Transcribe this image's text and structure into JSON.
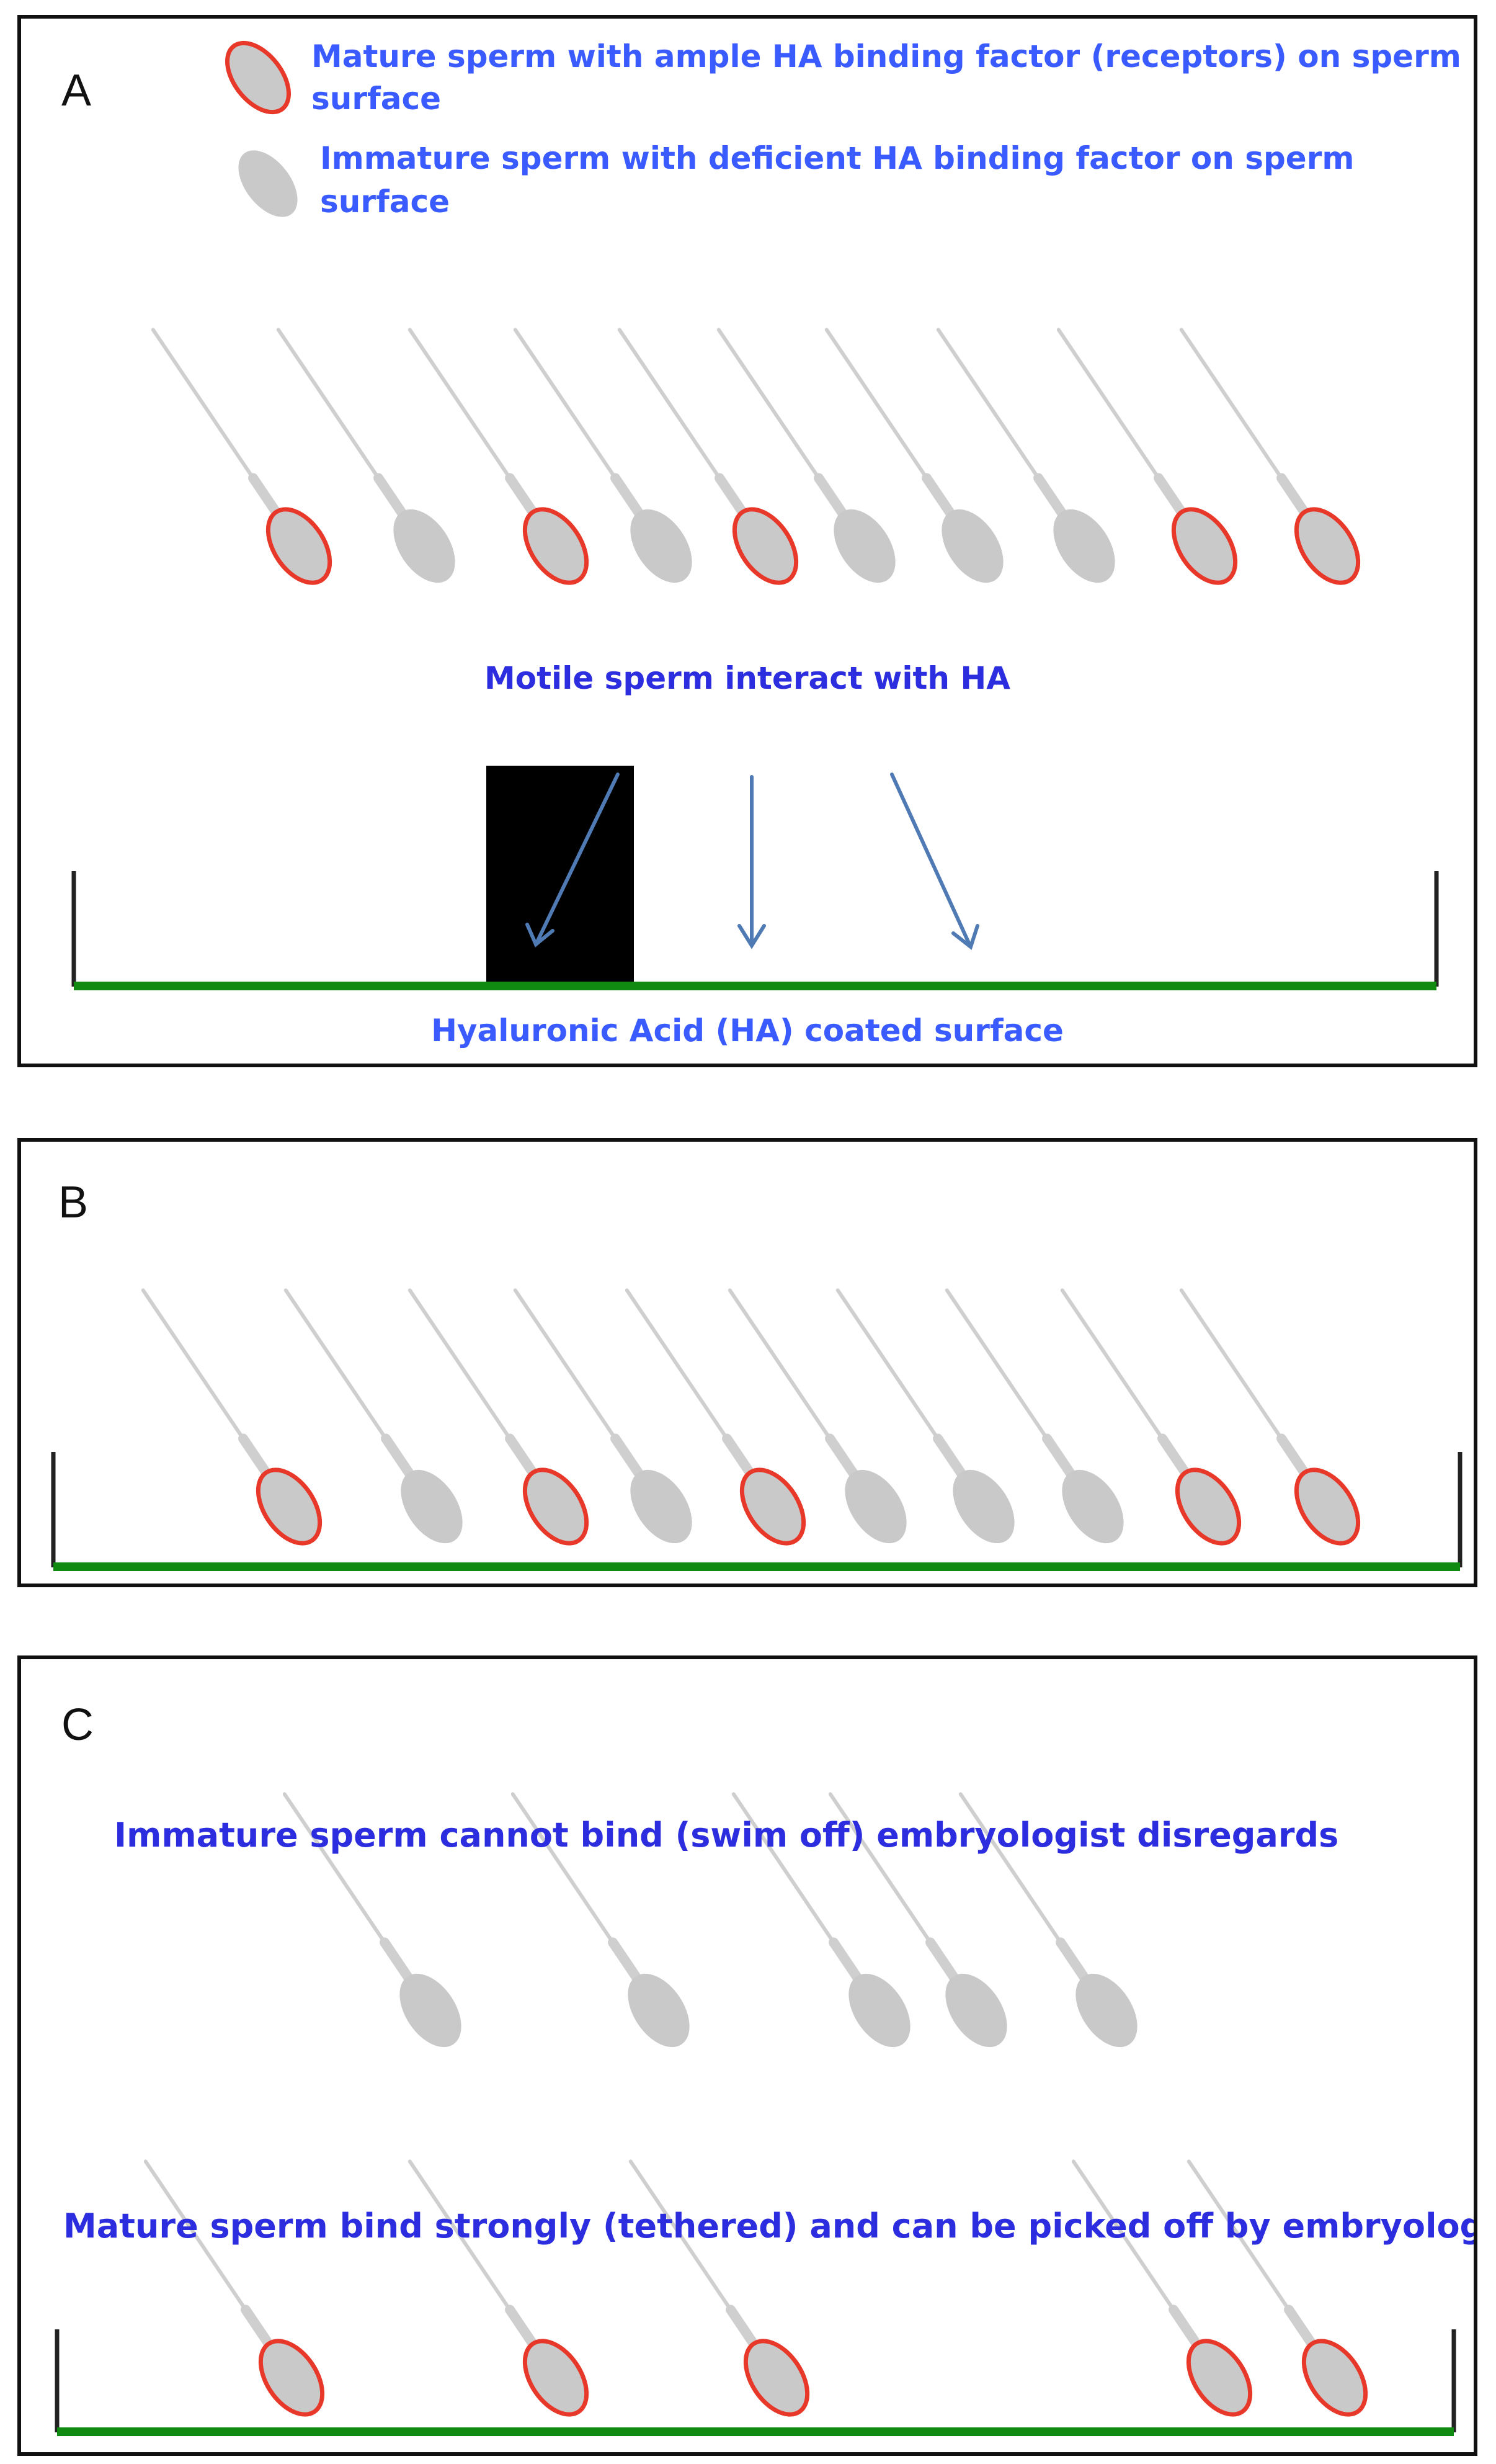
{
  "colors": {
    "text_blue": "#2d2de0",
    "text_blue_light": "#3a5bff",
    "mature_outline": "#e8382a",
    "sperm_fill": "#c9c9c9",
    "tail": "#cfcfcf",
    "surface_green": "#118a11",
    "arrow": "#4f7ab3",
    "wall": "#222222"
  },
  "panel_a": {
    "label": "A",
    "legend_mature": "Mature sperm with ample HA  binding factor (receptors) on sperm surface",
    "legend_mature_line1": "Mature sperm with ample HA  binding factor (receptors) on sperm",
    "legend_mature_line2": "surface",
    "legend_immature": "Immature sperm with deficient HA  binding factor on sperm surface",
    "legend_immature_line1": "Immature sperm with deficient HA  binding factor on sperm",
    "legend_immature_line2": "surface",
    "interaction_caption": "Motile sperm interact with HA",
    "surface_caption": "Hyaluronic Acid (HA) coated surface",
    "sperm_sequence": [
      "mature",
      "immature",
      "mature",
      "immature",
      "mature",
      "immature",
      "immature",
      "immature",
      "mature",
      "mature"
    ]
  },
  "panel_b": {
    "label": "B",
    "sperm_sequence": [
      "mature",
      "immature",
      "mature",
      "immature",
      "mature",
      "immature",
      "immature",
      "immature",
      "mature",
      "mature"
    ]
  },
  "panel_c": {
    "label": "C",
    "immature_caption": "Immature sperm cannot bind (swim off) embryologist disregards",
    "mature_caption": "Mature sperm bind strongly (tethered) and can be picked off by embryologist",
    "swimming_off_sequence": [
      "immature",
      "immature",
      "immature",
      "immature",
      "immature"
    ],
    "tethered_sequence": [
      "mature",
      "mature",
      "mature",
      "mature",
      "mature"
    ]
  }
}
